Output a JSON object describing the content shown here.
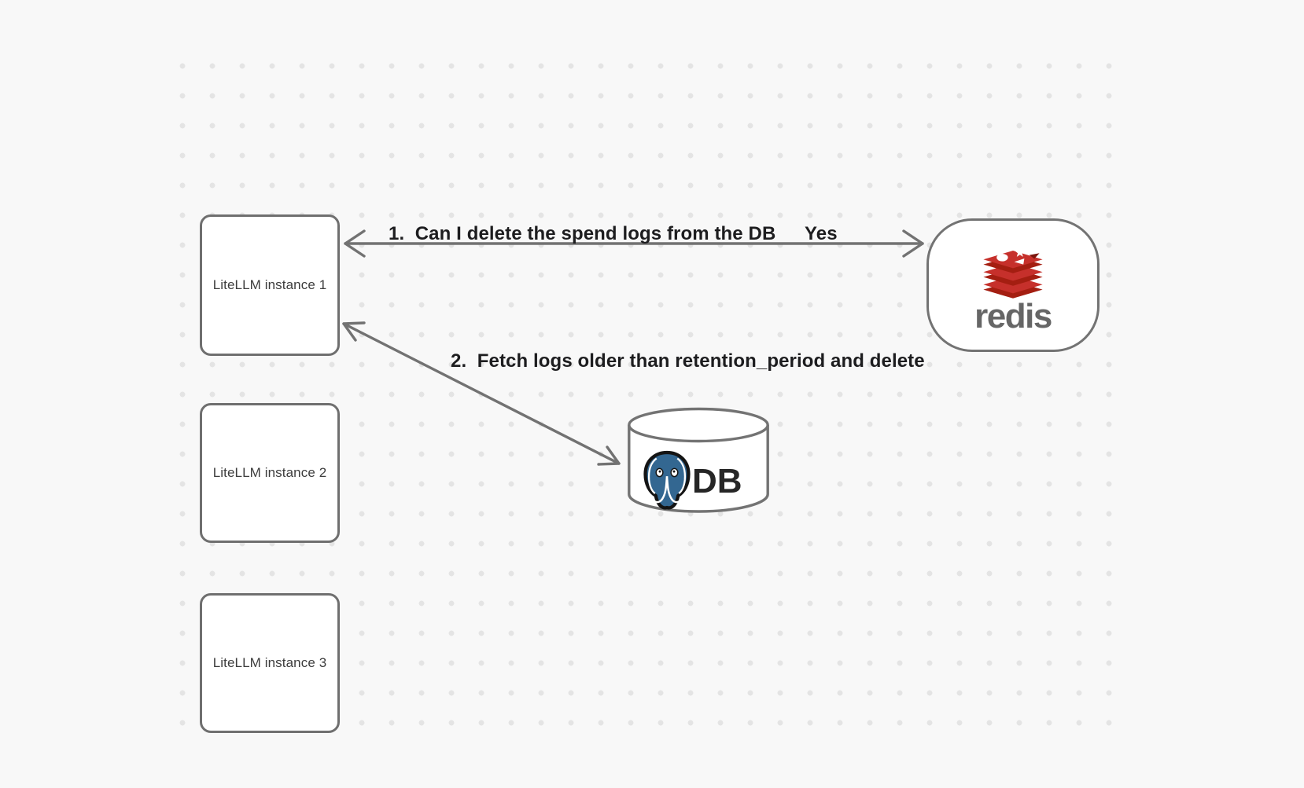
{
  "canvas": {
    "background_color": "#f8f8f8",
    "dot_color": "#e4e4e4",
    "stroke_color": "#727272"
  },
  "nodes": {
    "instances": [
      {
        "label": "LiteLLM instance 1"
      },
      {
        "label": "LiteLLM instance 2"
      },
      {
        "label": "LiteLLM instance 3"
      }
    ],
    "redis": {
      "label": "redis",
      "icon": "redis-logo-icon",
      "brand_red": "#c6302b",
      "brand_red_dark": "#a41e11",
      "wordmark_color": "#666666"
    },
    "db": {
      "label": "DB",
      "icon": "postgresql-elephant-icon",
      "brand_blue": "#336791"
    }
  },
  "arrows": [
    {
      "label": "1.  Can I delete the spend logs from the DB",
      "response_label": "Yes",
      "from": "LiteLLM instance 1",
      "to": "redis",
      "direction": "bidirectional"
    },
    {
      "label": "2.  Fetch logs older than retention_period and delete",
      "from": "LiteLLM instance 1",
      "to": "DB",
      "direction": "bidirectional"
    }
  ]
}
